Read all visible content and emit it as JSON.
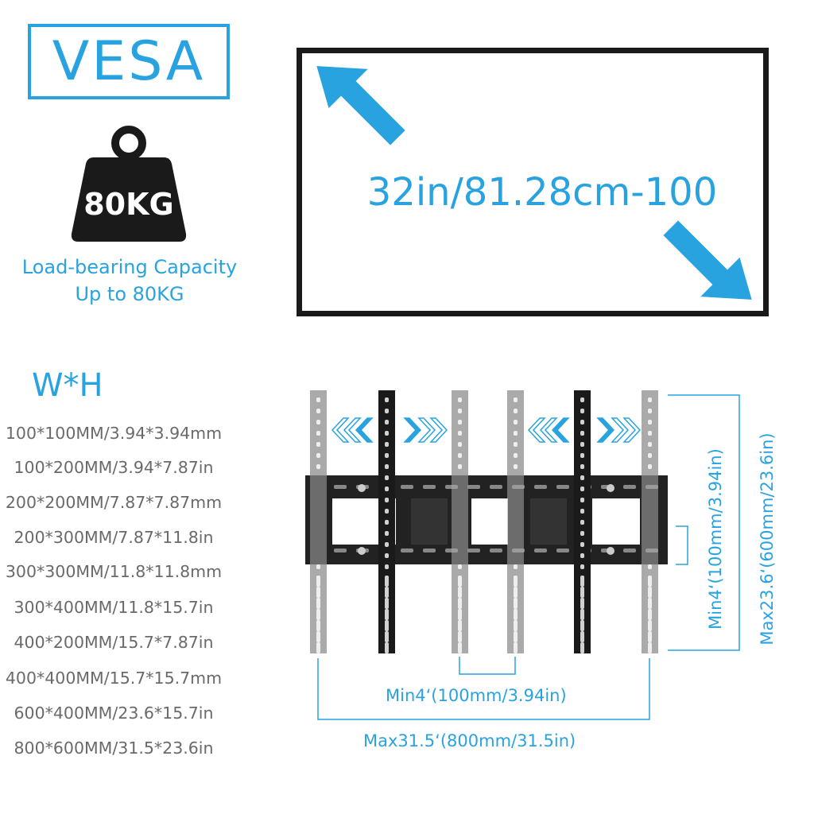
{
  "badge": {
    "label": "VESA"
  },
  "weight": {
    "label": "80KG",
    "caption_line1": "Load-bearing Capacity",
    "caption_line2": "Up to 80KG"
  },
  "screen": {
    "size_label": "32in/81.28cm-100"
  },
  "sizes": {
    "heading": "W*H",
    "items": [
      "100*100MM/3.94*3.94mm",
      "100*200MM/3.94*7.87in",
      "200*200MM/7.87*7.87mm",
      "200*300MM/7.87*11.8in",
      "300*300MM/11.8*11.8mm",
      "300*400MM/11.8*15.7in",
      "400*200MM/15.7*7.87in",
      "400*400MM/15.7*15.7mm",
      "600*400MM/23.6*15.7in",
      "800*600MM/31.5*23.6in"
    ]
  },
  "dimensions": {
    "min_horizontal": "Min4‘(100mm/3.94in)",
    "max_horizontal": "Max31.5‘(800mm/31.5in)",
    "min_vertical": "Min4‘(100mm/3.94in)",
    "max_vertical": "Max23.6‘(600mm/23.6in)"
  },
  "colors": {
    "accent": "#29a3e0",
    "text_grey": "#6a6a6a",
    "bracket": "#222222",
    "arm_grey": "#aaaaaa"
  }
}
